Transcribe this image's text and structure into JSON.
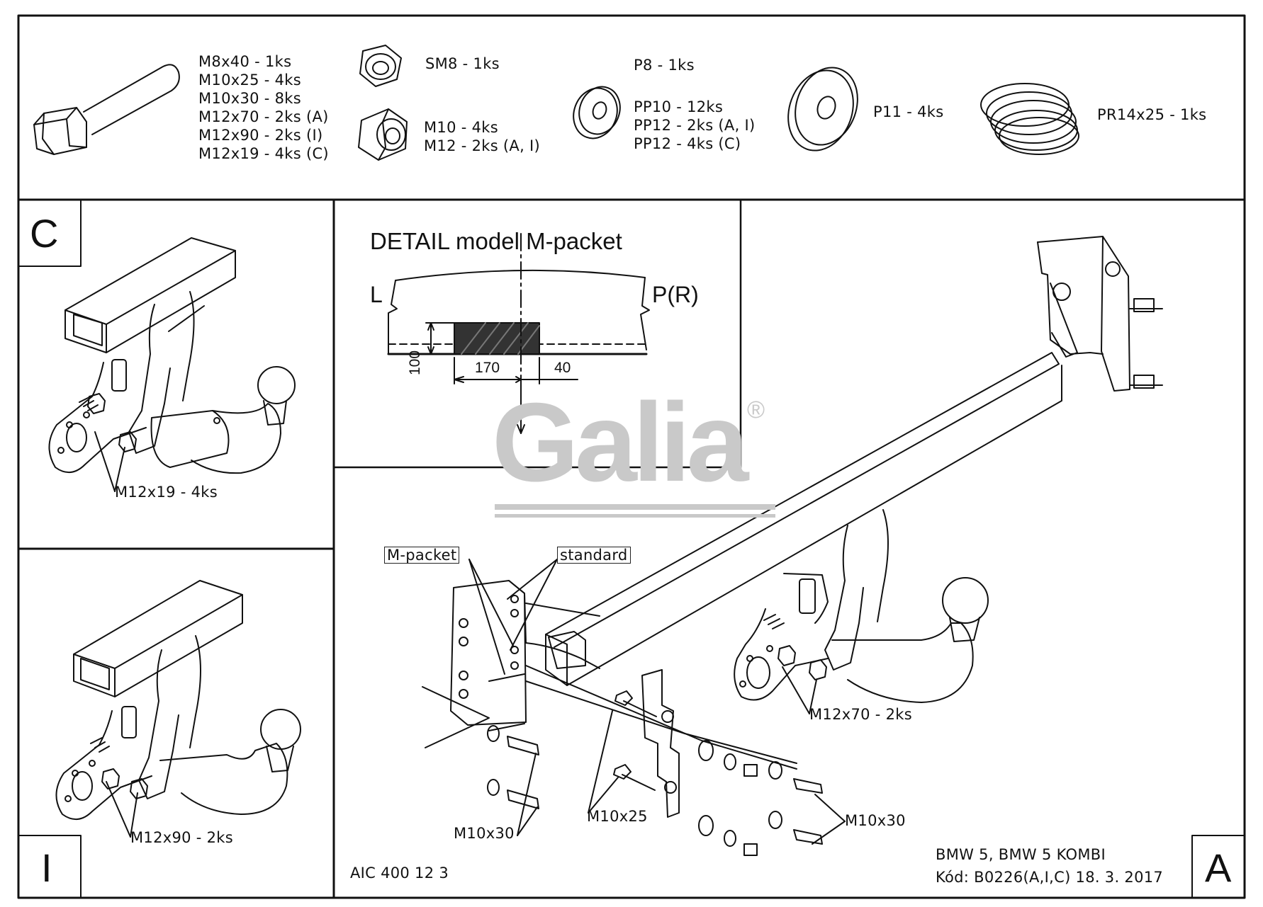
{
  "parts": {
    "bolt_list": [
      "M8x40 - 1ks",
      "M10x25 - 4ks",
      "M10x30 - 8ks",
      "M12x70 - 2ks (A)",
      "M12x90 - 2ks (I)",
      "M12x19 - 4ks (C)"
    ],
    "self_lock_nut": "SM8 - 1ks",
    "nut_list": [
      "M10 - 4ks",
      "M12 - 2ks (A, I)"
    ],
    "washer_p8": "P8 - 1ks",
    "washer_list": [
      "PP10 - 12ks",
      "PP12 - 2ks (A, I)",
      "PP12 - 4ks (C)"
    ],
    "washer_p11": "P11 - 4ks",
    "spring_washer": "PR14x25 - 1ks"
  },
  "panel_c": {
    "letter": "C",
    "bolt_label": "M12x19 - 4ks"
  },
  "panel_i": {
    "letter": "I",
    "bolt_label": "M12x90 - 2ks"
  },
  "detail": {
    "title": "DETAIL model M-packet",
    "left": "L",
    "right": "P(R)",
    "dim_height": "100",
    "dim_width": "170",
    "dim_offset": "40"
  },
  "main": {
    "letter": "A",
    "m_packet": "M-packet",
    "standard": "standard",
    "bolt_m12x70": "M12x70 - 2ks",
    "bolt_m10x25": "M10x25",
    "bolt_m10x30_left": "M10x30",
    "bolt_m10x30_right": "M10x30",
    "aic_code": "AIC 400 12 3",
    "vehicle": "BMW 5, BMW 5 KOMBI",
    "code_line": "Kód: B0226(A,I,C)  18. 3. 2017"
  },
  "watermark": {
    "text": "Galia",
    "registered": "®"
  }
}
